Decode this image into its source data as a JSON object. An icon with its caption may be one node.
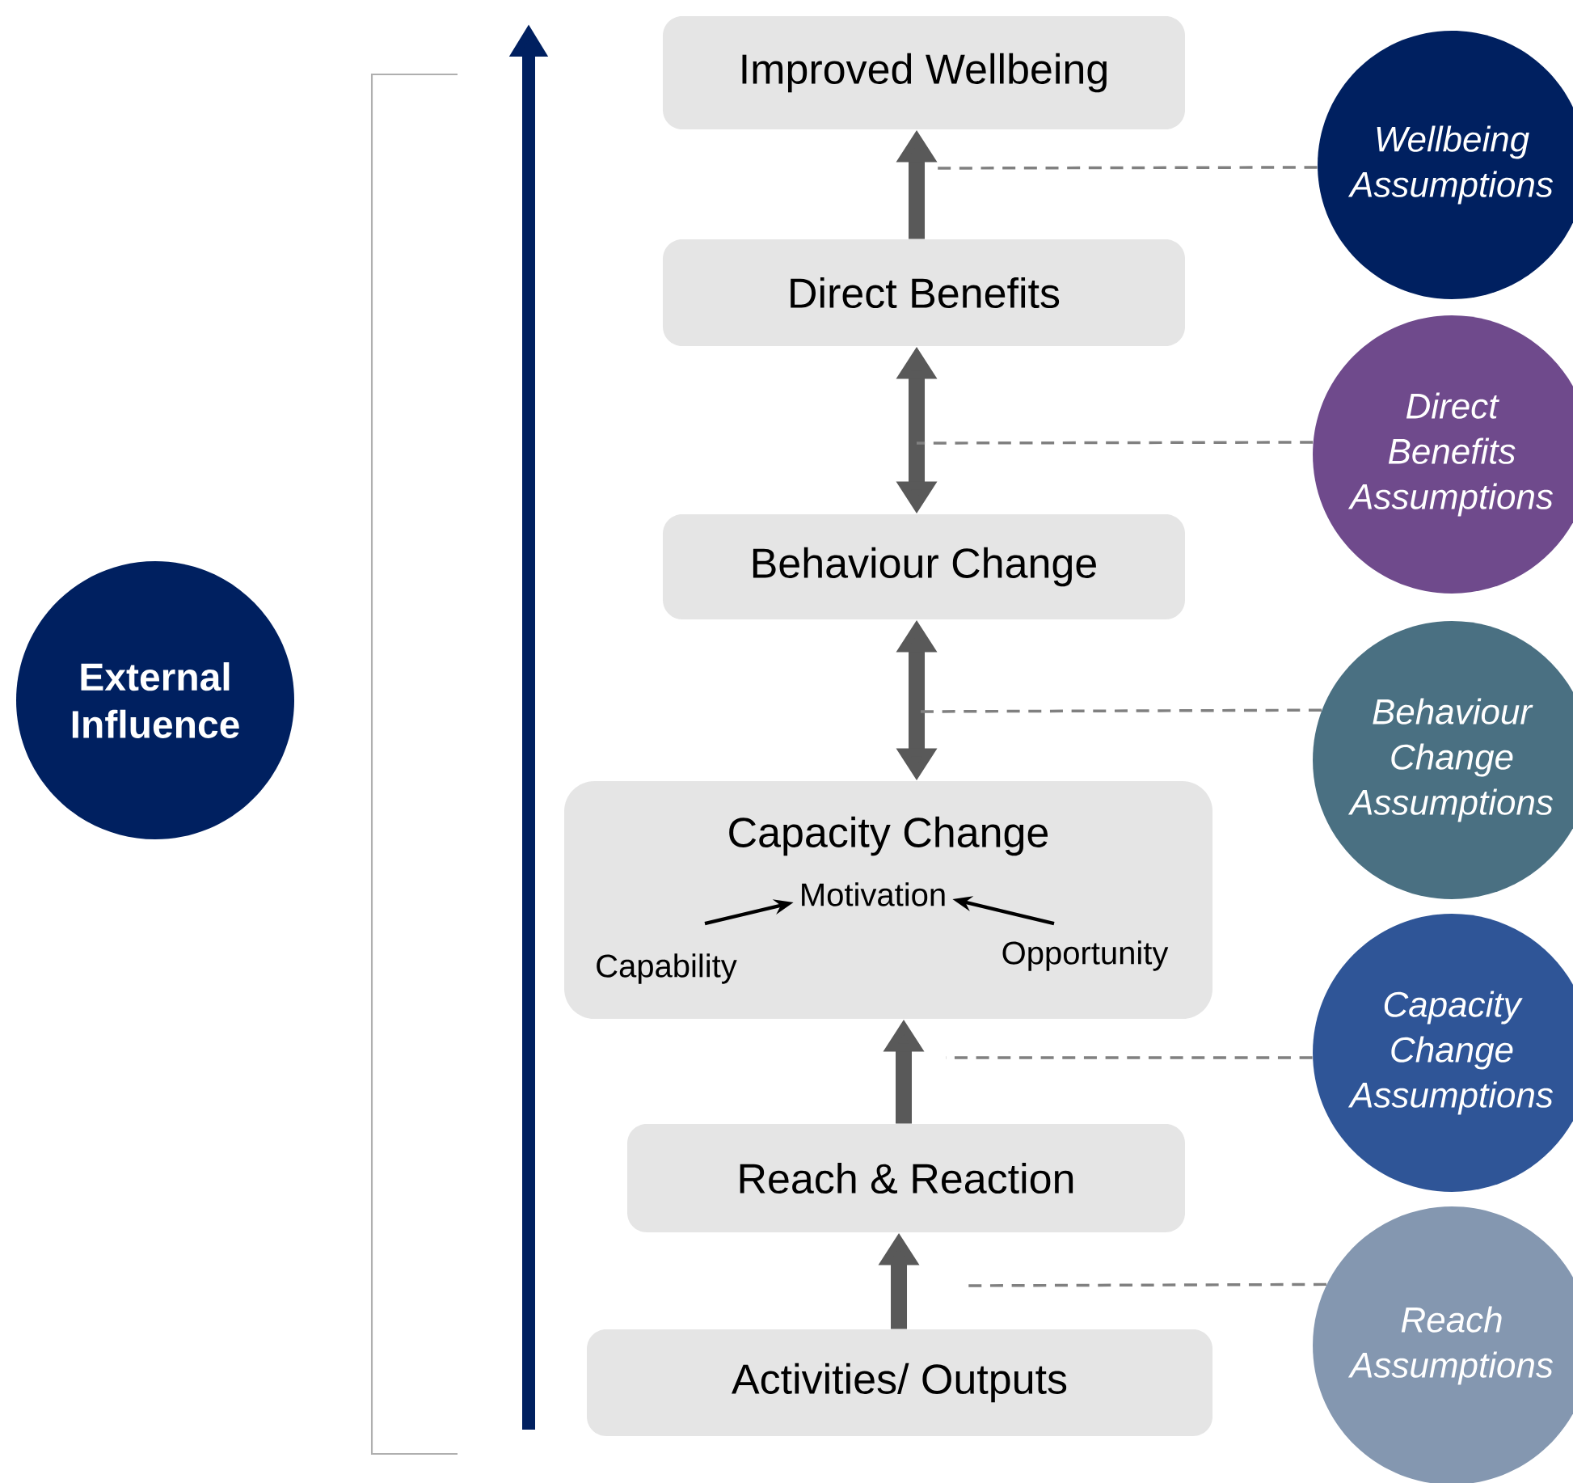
{
  "diagram": {
    "nodes": [
      {
        "text": [
          "Improved Wellbeing"
        ]
      },
      {
        "text": [
          "Direct Benefits"
        ]
      },
      {
        "text": [
          "Behaviour Change"
        ]
      },
      {
        "text": [
          "Capacity Change"
        ]
      },
      {
        "text": [
          "Motivation"
        ],
        "in": 3
      },
      {
        "text": [
          "Capability"
        ],
        "in": 3
      },
      {
        "text": [
          "Opportunity"
        ],
        "in": 3
      },
      {
        "text": [
          "Reach & Reaction"
        ]
      },
      {
        "text": [
          "Activities/ Outputs"
        ]
      },
      {
        "text": [
          "External Influence"
        ]
      },
      {
        "text": [
          "Wellbeing Assumptions"
        ]
      },
      {
        "text": [
          "Direct Benefits Assumptions"
        ]
      },
      {
        "text": [
          "Behaviour Change Assumptions"
        ]
      },
      {
        "text": [
          "Capacity Change Assumptions"
        ]
      },
      {
        "text": [
          "Reach Assumptions"
        ]
      }
    ],
    "edges": [
      {
        "from": 1,
        "to": 0,
        "arrow": "to",
        "style": "thick"
      },
      {
        "from": 1,
        "to": 2,
        "arrow": "both",
        "style": "thick"
      },
      {
        "from": 2,
        "to": 3,
        "arrow": "both",
        "style": "thick"
      },
      {
        "from": 7,
        "to": 3,
        "arrow": "to",
        "style": "thick"
      },
      {
        "from": 8,
        "to": 7,
        "arrow": "to",
        "style": "thick"
      },
      {
        "from": 5,
        "to": 4,
        "arrow": "to",
        "color": "#000000"
      },
      {
        "from": 6,
        "to": 4,
        "arrow": "to",
        "color": "#000000"
      },
      {
        "from": 10,
        "to": null,
        "arrow": "none",
        "style": "dashed",
        "color": "#808080"
      },
      {
        "from": 11,
        "to": null,
        "arrow": "none",
        "style": "dashed",
        "color": "#808080"
      },
      {
        "from": 12,
        "to": null,
        "arrow": "none",
        "style": "dashed",
        "color": "#808080"
      },
      {
        "from": 13,
        "to": null,
        "arrow": "none",
        "style": "dashed",
        "color": "#808080"
      },
      {
        "from": 14,
        "to": null,
        "arrow": "none",
        "style": "dashed",
        "color": "#808080"
      }
    ]
  }
}
